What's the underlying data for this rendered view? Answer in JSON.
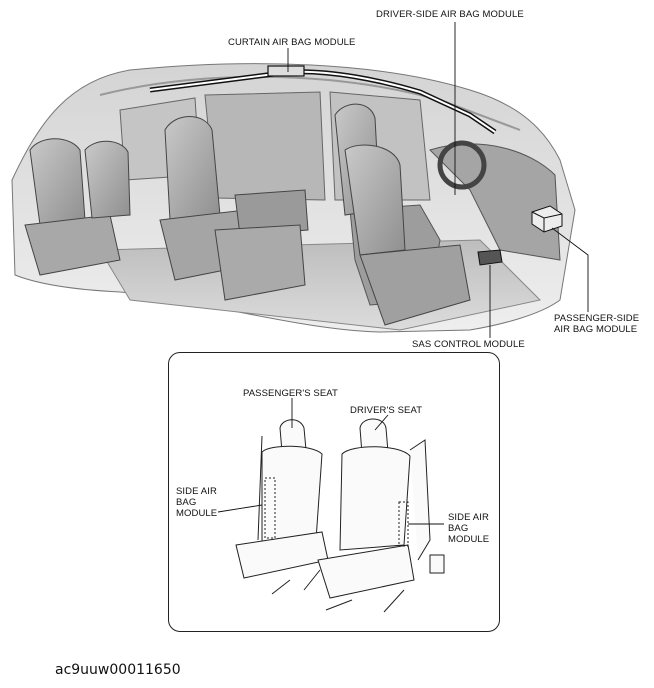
{
  "labels": {
    "curtain_air_bag_module": "CURTAIN AIR BAG MODULE",
    "driver_side_air_bag_module": "DRIVER-SIDE AIR BAG MODULE",
    "passenger_side_air_bag_module_line1": "PASSENGER-SIDE",
    "passenger_side_air_bag_module_line2": "AIR BAG MODULE",
    "sas_control_module": "SAS CONTROL MODULE",
    "passengers_seat": "PASSENGER'S SEAT",
    "drivers_seat": "DRIVER'S SEAT",
    "side_air_bag_module_left_line1": "SIDE AIR",
    "side_air_bag_module_left_line2": "BAG",
    "side_air_bag_module_left_line3": "MODULE",
    "side_air_bag_module_right_line1": "SIDE AIR",
    "side_air_bag_module_right_line2": "BAG",
    "side_air_bag_module_right_line3": "MODULE"
  },
  "figure_id": "ac9uuw00011650"
}
